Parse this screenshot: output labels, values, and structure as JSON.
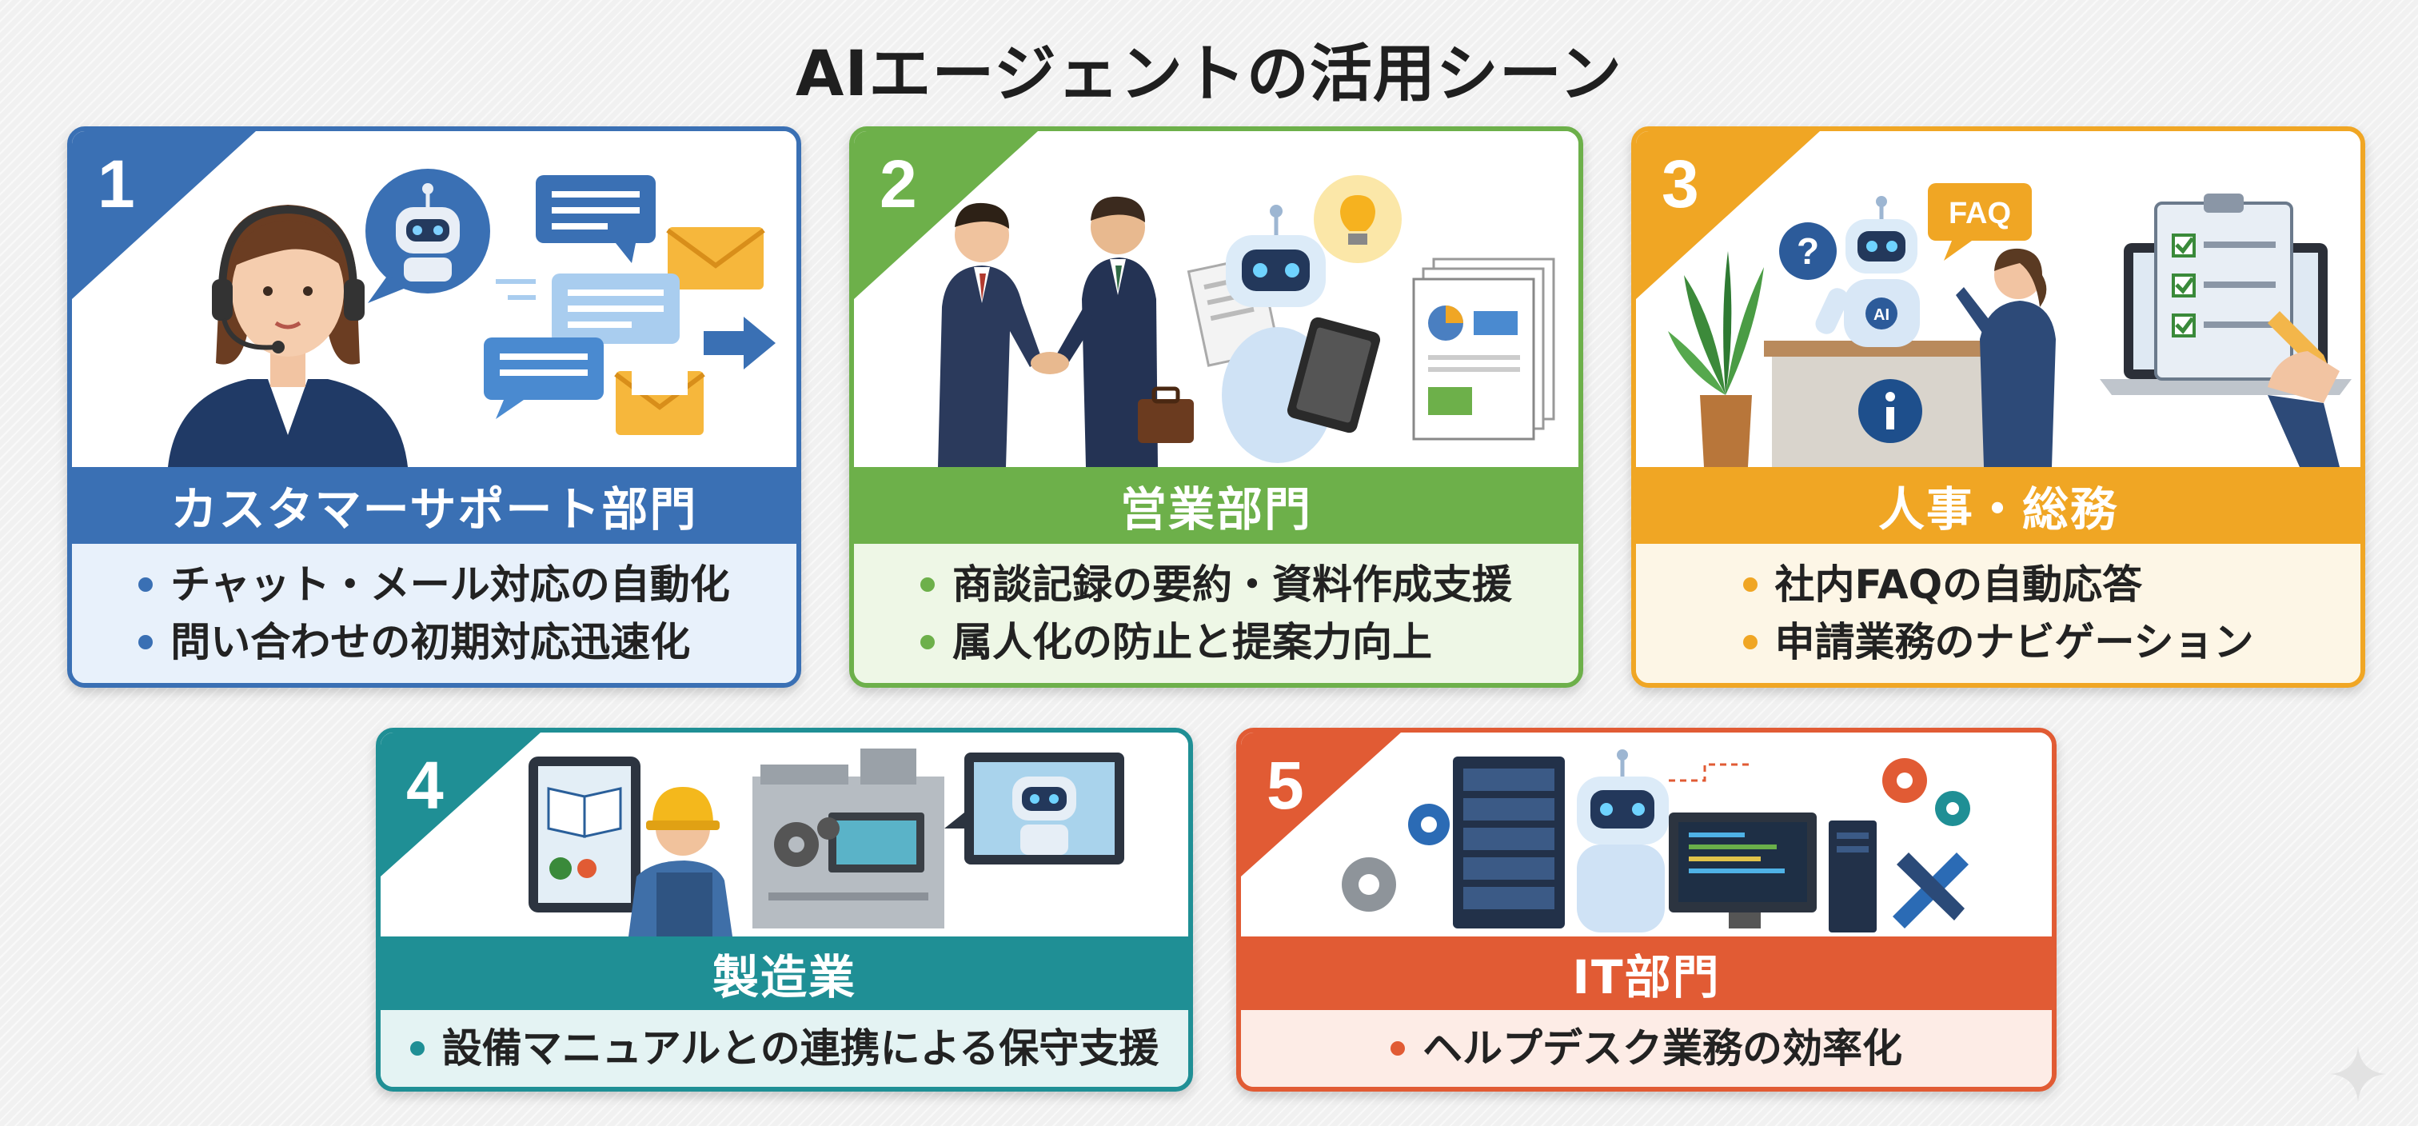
{
  "title": "AIエージェントの活用シーン",
  "cards": [
    {
      "number": "1",
      "department": "カスタマーサポート部門",
      "color": "#3a70b4",
      "bg": "#e8f1fb",
      "points": [
        "チャット・メール対応の自動化",
        "問い合わせの初期対応迅速化"
      ]
    },
    {
      "number": "2",
      "department": "営業部門",
      "color": "#6db04a",
      "bg": "#eef7e6",
      "points": [
        "商談記録の要約・資料作成支援",
        "属人化の防止と提案力向上"
      ]
    },
    {
      "number": "3",
      "department": "人事・総務",
      "color": "#f0a624",
      "bg": "#fdf6e6",
      "points": [
        "社内FAQの自動応答",
        "申請業務のナビゲーション"
      ]
    },
    {
      "number": "4",
      "department": "製造業",
      "color": "#1f8f95",
      "bg": "#e4f3f3",
      "points": [
        "設備マニュアルとの連携による保守支援"
      ]
    },
    {
      "number": "5",
      "department": "IT部門",
      "color": "#e15b34",
      "bg": "#fdece6",
      "points": [
        "ヘルプデスク業務の効率化"
      ]
    }
  ],
  "illustration_labels": {
    "faq": "FAQ",
    "ai": "AI",
    "info": "i"
  }
}
